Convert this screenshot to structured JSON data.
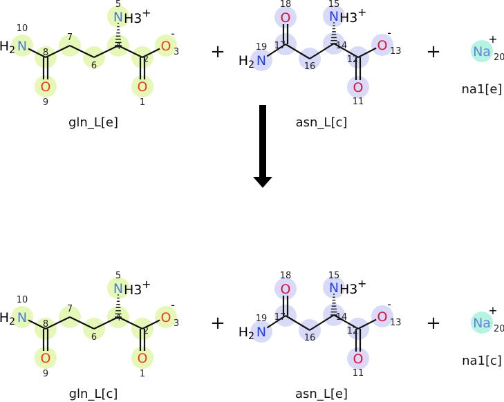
{
  "reaction": {
    "reactants": [
      {
        "name": "gln_L[e]",
        "type": "gln"
      },
      {
        "name": "asn_L[c]",
        "type": "asn"
      },
      {
        "name": "na1[e]",
        "type": "na"
      }
    ],
    "products": [
      {
        "name": "gln_L[c]",
        "type": "gln"
      },
      {
        "name": "asn_L[e]",
        "type": "asn"
      },
      {
        "name": "na1[c]",
        "type": "na"
      }
    ],
    "plus_sign": "+"
  },
  "molecules": {
    "gln": {
      "highlight_color": "#e6f8b8",
      "O_color": "#e8401c",
      "N_color": "#4a7fc8",
      "atoms": {
        "N10": {
          "label": "N",
          "prefix": "H2",
          "num": "10"
        },
        "C8": {
          "num": "8"
        },
        "C7": {
          "num": "7"
        },
        "C6": {
          "num": "6"
        },
        "C4": {
          "num": "4"
        },
        "C2": {
          "num": "2"
        },
        "O3": {
          "label": "O",
          "charge": "-",
          "num": "3"
        },
        "O9": {
          "label": "O",
          "num": "9"
        },
        "O1": {
          "label": "O",
          "num": "1"
        },
        "N5": {
          "label": "N",
          "suffix": "H3",
          "charge": "+",
          "num": "5"
        }
      }
    },
    "asn": {
      "highlight_color": "#d8daf8",
      "O_color": "#e0103c",
      "N_color": "#2040f0",
      "atoms": {
        "N19": {
          "label": "N",
          "prefix": "H2",
          "num": "19"
        },
        "C17": {
          "num": "17"
        },
        "O18": {
          "label": "O",
          "num": "18"
        },
        "C16": {
          "num": "16"
        },
        "C14": {
          "num": "14"
        },
        "N15": {
          "label": "N",
          "suffix": "H3",
          "charge": "+",
          "num": "15"
        },
        "C12": {
          "num": "12"
        },
        "O13": {
          "label": "O",
          "charge": "-",
          "num": "13"
        },
        "O11": {
          "label": "O",
          "num": "11"
        }
      }
    },
    "na": {
      "highlight_color": "#b6f4e2",
      "text_color": "#6a82d8",
      "atoms": {
        "Na20": {
          "label": "Na",
          "charge": "+",
          "num": "20"
        }
      }
    }
  }
}
